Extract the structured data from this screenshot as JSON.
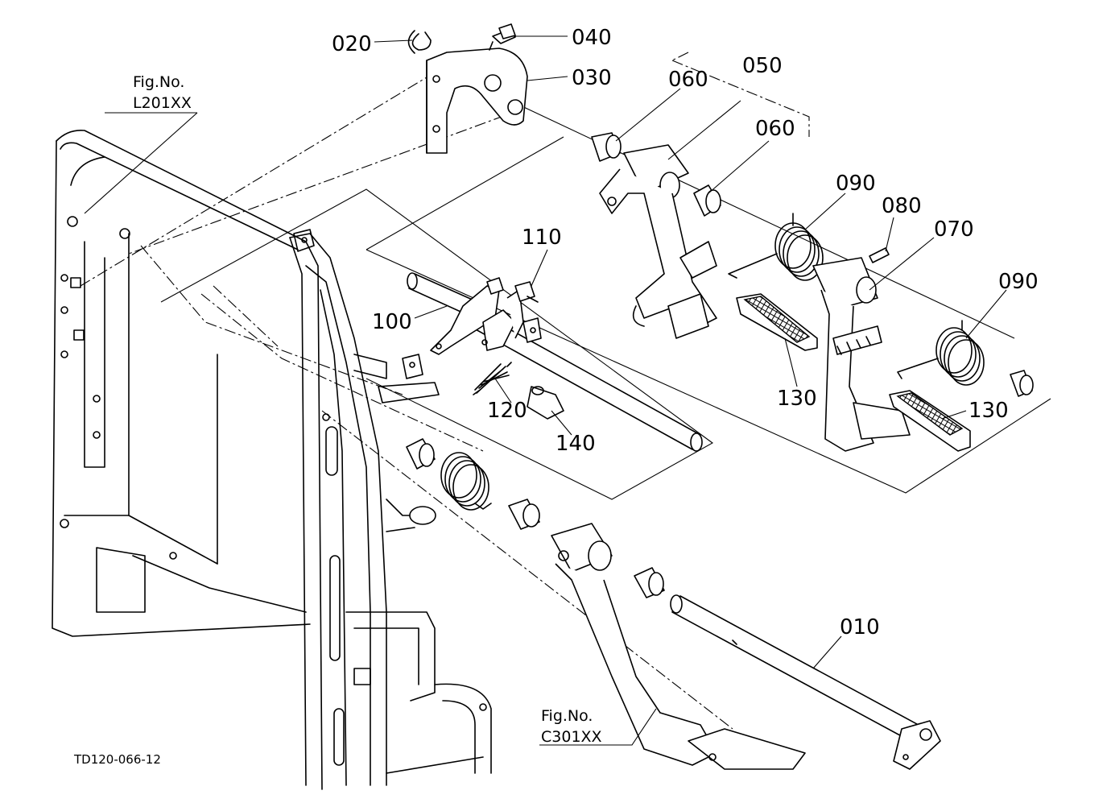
{
  "drawing_code": "TD120-066-12",
  "fig_refs": [
    {
      "line1": "Fig.No.",
      "line2": "L201XX"
    },
    {
      "line1": "Fig.No.",
      "line2": "C301XX"
    }
  ],
  "callouts": [
    {
      "id": "010",
      "text": "010"
    },
    {
      "id": "020",
      "text": "020"
    },
    {
      "id": "030",
      "text": "030"
    },
    {
      "id": "040",
      "text": "040"
    },
    {
      "id": "050",
      "text": "050"
    },
    {
      "id": "060a",
      "text": "060"
    },
    {
      "id": "060b",
      "text": "060"
    },
    {
      "id": "070",
      "text": "070"
    },
    {
      "id": "080",
      "text": "080"
    },
    {
      "id": "090a",
      "text": "090"
    },
    {
      "id": "090b",
      "text": "090"
    },
    {
      "id": "100",
      "text": "100"
    },
    {
      "id": "110",
      "text": "110"
    },
    {
      "id": "120",
      "text": "120"
    },
    {
      "id": "130a",
      "text": "130"
    },
    {
      "id": "130b",
      "text": "130"
    },
    {
      "id": "140",
      "text": "140"
    }
  ]
}
